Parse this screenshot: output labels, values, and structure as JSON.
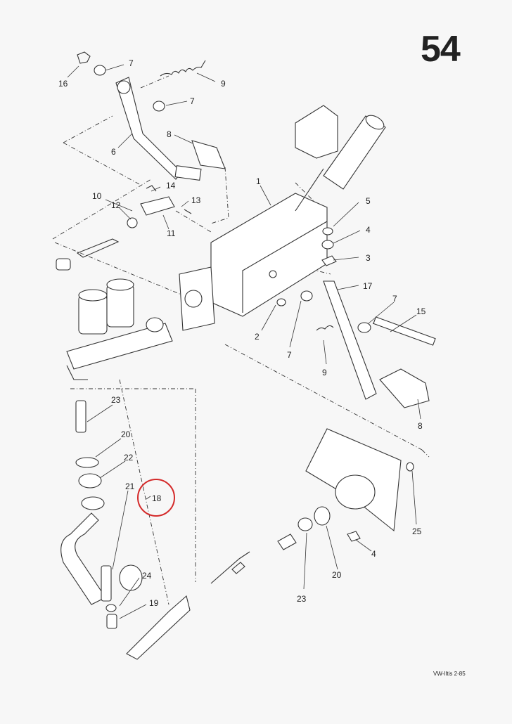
{
  "page_number": "54",
  "footer": "VW-Iltis  2-85",
  "callouts": {
    "c1": "1",
    "c2": "2",
    "c3": "3",
    "c4a": "4",
    "c4b": "4",
    "c5": "5",
    "c6": "6",
    "c7a": "7",
    "c7b": "7",
    "c7c": "7",
    "c7d": "7",
    "c8a": "8",
    "c8b": "8",
    "c9a": "9",
    "c9b": "9",
    "c10": "10",
    "c11": "11",
    "c12": "12",
    "c13": "13",
    "c14": "14",
    "c15": "15",
    "c16": "16",
    "c17": "17",
    "c18": "18",
    "c19": "19",
    "c20a": "20",
    "c20b": "20",
    "c21": "21",
    "c22": "22",
    "c23a": "23",
    "c23b": "23",
    "c24": "24",
    "c25": "25"
  },
  "highlight": {
    "target": "18",
    "color": "#d42a2a"
  }
}
